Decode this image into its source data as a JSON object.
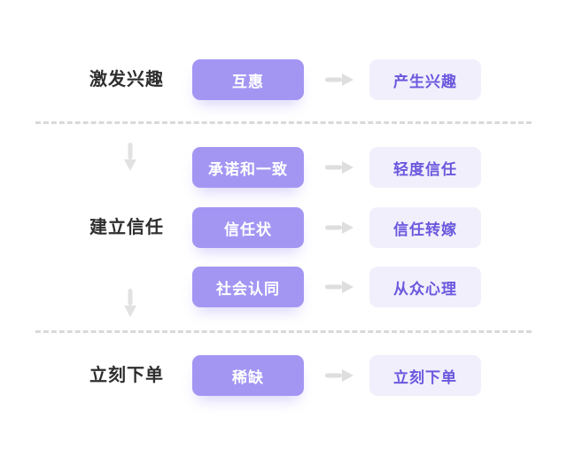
{
  "palette": {
    "background": "#ffffff",
    "tactic_bg": "#a396f3",
    "tactic_text": "#ffffff",
    "result_bg": "#f1effc",
    "result_text": "#6a58dd",
    "stage_text": "#2e2e2e",
    "arrow_gray": "#dedede",
    "divider_gray": "#d9d9d9"
  },
  "flow": {
    "rows": [
      {
        "stage": "激发兴趣",
        "tactic": "互惠",
        "result": "产生兴趣"
      },
      {
        "stage": "",
        "tactic": "承诺和一致",
        "result": "轻度信任"
      },
      {
        "stage": "建立信任",
        "tactic": "信任状",
        "result": "信任转嫁"
      },
      {
        "stage": "",
        "tactic": "社会认同",
        "result": "从众心理"
      },
      {
        "stage": "立刻下单",
        "tactic": "稀缺",
        "result": "立刻下单"
      }
    ]
  },
  "icons": {
    "right_arrow": "→",
    "down_arrow": "↓"
  }
}
